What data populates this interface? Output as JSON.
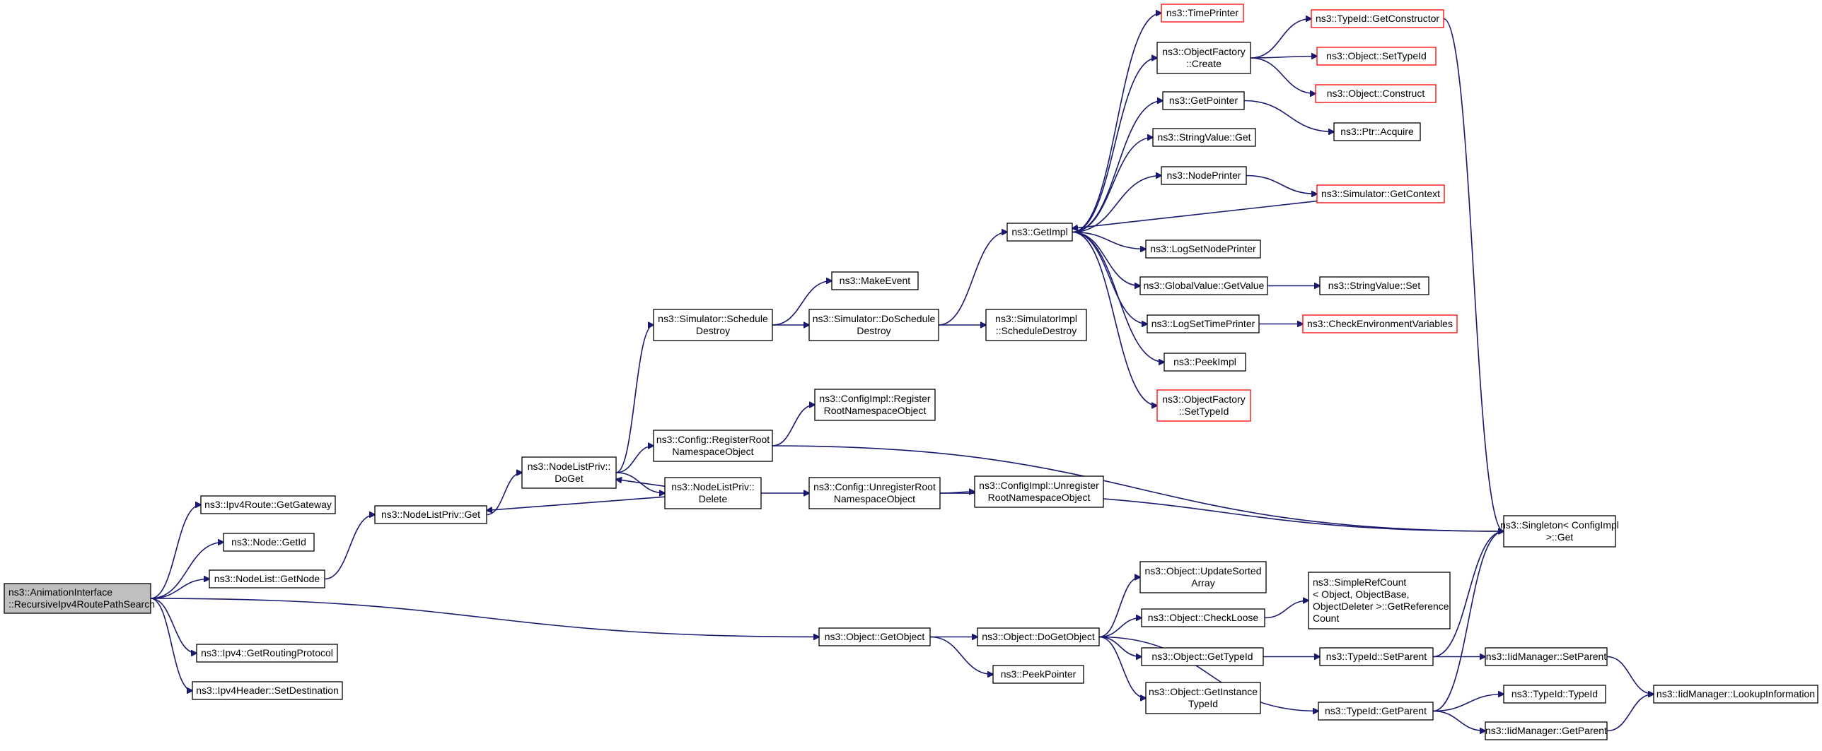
{
  "diagram": {
    "title": "",
    "colors": {
      "edge": "#191970",
      "truncated_border": "#ff0000",
      "root_fill": "#bfbfbf",
      "border": "#000000"
    },
    "nodes": [
      {
        "id": "root",
        "lines": [
          "ns3::AnimationInterface",
          "::RecursiveIpv4RoutePathSearch"
        ],
        "style": "root"
      },
      {
        "id": "ipv4route_getgateway",
        "lines": [
          "ns3::Ipv4Route::GetGateway"
        ],
        "style": "normal"
      },
      {
        "id": "node_getid",
        "lines": [
          "ns3::Node::GetId"
        ],
        "style": "normal"
      },
      {
        "id": "nodelist_getnode",
        "lines": [
          "ns3::NodeList::GetNode"
        ],
        "style": "normal"
      },
      {
        "id": "ipv4_getroutingprotocol",
        "lines": [
          "ns3::Ipv4::GetRoutingProtocol"
        ],
        "style": "normal"
      },
      {
        "id": "ipv4header_setdestination",
        "lines": [
          "ns3::Ipv4Header::SetDestination"
        ],
        "style": "normal"
      },
      {
        "id": "nodelistpriv_get",
        "lines": [
          "ns3::NodeListPriv::Get"
        ],
        "style": "normal"
      },
      {
        "id": "nodelistpriv_doget",
        "lines": [
          "ns3::NodeListPriv::",
          "DoGet"
        ],
        "style": "normal"
      },
      {
        "id": "nodelistpriv_delete",
        "lines": [
          "ns3::NodeListPriv::",
          "Delete"
        ],
        "style": "normal"
      },
      {
        "id": "simulator_scheduledestroy",
        "lines": [
          "ns3::Simulator::Schedule",
          "Destroy"
        ],
        "style": "normal"
      },
      {
        "id": "config_registerroot",
        "lines": [
          "ns3::Config::RegisterRoot",
          "NamespaceObject"
        ],
        "style": "normal"
      },
      {
        "id": "makeevent",
        "lines": [
          "ns3::MakeEvent"
        ],
        "style": "normal"
      },
      {
        "id": "simulator_doscheduledestroy",
        "lines": [
          "ns3::Simulator::DoSchedule",
          "Destroy"
        ],
        "style": "normal"
      },
      {
        "id": "simulatorimpl_scheduledestroy",
        "lines": [
          "ns3::SimulatorImpl",
          "::ScheduleDestroy"
        ],
        "style": "normal"
      },
      {
        "id": "configimpl_registerroot",
        "lines": [
          "ns3::ConfigImpl::Register",
          "RootNamespaceObject"
        ],
        "style": "normal"
      },
      {
        "id": "config_unregisterroot",
        "lines": [
          "ns3::Config::UnregisterRoot",
          "NamespaceObject"
        ],
        "style": "normal"
      },
      {
        "id": "configimpl_unregisterroot",
        "lines": [
          "ns3::ConfigImpl::Unregister",
          "RootNamespaceObject"
        ],
        "style": "normal"
      },
      {
        "id": "getimpl",
        "lines": [
          "ns3::GetImpl"
        ],
        "style": "normal"
      },
      {
        "id": "timeprinter",
        "lines": [
          "ns3::TimePrinter"
        ],
        "style": "truncated"
      },
      {
        "id": "objectfactory_create",
        "lines": [
          "ns3::ObjectFactory",
          "::Create"
        ],
        "style": "normal"
      },
      {
        "id": "getpointer",
        "lines": [
          "ns3::GetPointer"
        ],
        "style": "normal"
      },
      {
        "id": "stringvalue_get",
        "lines": [
          "ns3::StringValue::Get"
        ],
        "style": "normal"
      },
      {
        "id": "nodeprinter",
        "lines": [
          "ns3::NodePrinter"
        ],
        "style": "normal"
      },
      {
        "id": "logsetnodeprinter",
        "lines": [
          "ns3::LogSetNodePrinter"
        ],
        "style": "normal"
      },
      {
        "id": "globalvalue_getvalue",
        "lines": [
          "ns3::GlobalValue::GetValue"
        ],
        "style": "normal"
      },
      {
        "id": "logsettimeprinter",
        "lines": [
          "ns3::LogSetTimePrinter"
        ],
        "style": "normal"
      },
      {
        "id": "peekimpl",
        "lines": [
          "ns3::PeekImpl"
        ],
        "style": "normal"
      },
      {
        "id": "objectfactory_settypeid",
        "lines": [
          "ns3::ObjectFactory",
          "::SetTypeId"
        ],
        "style": "truncated"
      },
      {
        "id": "typeid_getconstructor",
        "lines": [
          "ns3::TypeId::GetConstructor"
        ],
        "style": "truncated"
      },
      {
        "id": "object_settypeid",
        "lines": [
          "ns3::Object::SetTypeId"
        ],
        "style": "truncated"
      },
      {
        "id": "object_construct",
        "lines": [
          "ns3::Object::Construct"
        ],
        "style": "truncated"
      },
      {
        "id": "ptr_acquire",
        "lines": [
          "ns3::Ptr::Acquire"
        ],
        "style": "normal"
      },
      {
        "id": "simulator_getcontext",
        "lines": [
          "ns3::Simulator::GetContext"
        ],
        "style": "truncated"
      },
      {
        "id": "stringvalue_set",
        "lines": [
          "ns3::StringValue::Set"
        ],
        "style": "normal"
      },
      {
        "id": "checkenvvars",
        "lines": [
          "ns3::CheckEnvironmentVariables"
        ],
        "style": "truncated"
      },
      {
        "id": "singleton_get",
        "lines": [
          "ns3::Singleton< ConfigImpl",
          " >::Get"
        ],
        "style": "normal"
      },
      {
        "id": "object_getobject",
        "lines": [
          "ns3::Object::GetObject"
        ],
        "style": "normal"
      },
      {
        "id": "object_dogetobject",
        "lines": [
          "ns3::Object::DoGetObject"
        ],
        "style": "normal"
      },
      {
        "id": "peekpointer",
        "lines": [
          "ns3::PeekPointer"
        ],
        "style": "normal"
      },
      {
        "id": "object_updatesortedarray",
        "lines": [
          "ns3::Object::UpdateSorted",
          "Array"
        ],
        "style": "normal"
      },
      {
        "id": "object_checkloose",
        "lines": [
          "ns3::Object::CheckLoose"
        ],
        "style": "normal"
      },
      {
        "id": "object_gettypeid",
        "lines": [
          "ns3::Object::GetTypeId"
        ],
        "style": "normal"
      },
      {
        "id": "object_getinstancetypeid",
        "lines": [
          "ns3::Object::GetInstance",
          "TypeId"
        ],
        "style": "normal"
      },
      {
        "id": "simplerefcount_getreferencecount",
        "lines": [
          "ns3::SimpleRefCount",
          "< Object, ObjectBase,",
          " ObjectDeleter >::GetReference",
          "Count"
        ],
        "style": "normal"
      },
      {
        "id": "typeid_setparent",
        "lines": [
          "ns3::TypeId::SetParent"
        ],
        "style": "normal"
      },
      {
        "id": "typeid_getparent",
        "lines": [
          "ns3::TypeId::GetParent"
        ],
        "style": "normal"
      },
      {
        "id": "iidmanager_setparent",
        "lines": [
          "ns3::IidManager::SetParent"
        ],
        "style": "normal"
      },
      {
        "id": "typeid_typeid",
        "lines": [
          "ns3::TypeId::TypeId"
        ],
        "style": "normal"
      },
      {
        "id": "iidmanager_getparent",
        "lines": [
          "ns3::IidManager::GetParent"
        ],
        "style": "normal"
      },
      {
        "id": "iidmanager_lookupinformation",
        "lines": [
          "ns3::IidManager::LookupInformation"
        ],
        "style": "normal"
      }
    ],
    "edges": [
      [
        "root",
        "ipv4route_getgateway"
      ],
      [
        "root",
        "node_getid"
      ],
      [
        "root",
        "nodelist_getnode"
      ],
      [
        "root",
        "ipv4_getroutingprotocol"
      ],
      [
        "root",
        "ipv4header_setdestination"
      ],
      [
        "root",
        "object_getobject"
      ],
      [
        "nodelist_getnode",
        "nodelistpriv_get"
      ],
      [
        "nodelistpriv_get",
        "nodelistpriv_doget"
      ],
      [
        "nodelistpriv_doget",
        "simulator_scheduledestroy"
      ],
      [
        "nodelistpriv_doget",
        "config_registerroot"
      ],
      [
        "nodelistpriv_doget",
        "nodelistpriv_delete"
      ],
      [
        "nodelistpriv_delete",
        "nodelistpriv_doget"
      ],
      [
        "nodelistpriv_delete",
        "nodelistpriv_get"
      ],
      [
        "nodelistpriv_delete",
        "config_unregisterroot"
      ],
      [
        "simulator_scheduledestroy",
        "makeevent"
      ],
      [
        "simulator_scheduledestroy",
        "simulator_doscheduledestroy"
      ],
      [
        "simulator_doscheduledestroy",
        "simulatorimpl_scheduledestroy"
      ],
      [
        "simulator_doscheduledestroy",
        "getimpl"
      ],
      [
        "config_registerroot",
        "configimpl_registerroot"
      ],
      [
        "config_registerroot",
        "singleton_get"
      ],
      [
        "config_unregisterroot",
        "configimpl_unregisterroot"
      ],
      [
        "config_unregisterroot",
        "singleton_get"
      ],
      [
        "getimpl",
        "timeprinter"
      ],
      [
        "getimpl",
        "objectfactory_create"
      ],
      [
        "getimpl",
        "getpointer"
      ],
      [
        "getimpl",
        "stringvalue_get"
      ],
      [
        "getimpl",
        "nodeprinter"
      ],
      [
        "getimpl",
        "logsetnodeprinter"
      ],
      [
        "getimpl",
        "globalvalue_getvalue"
      ],
      [
        "getimpl",
        "logsettimeprinter"
      ],
      [
        "getimpl",
        "peekimpl"
      ],
      [
        "getimpl",
        "objectfactory_settypeid"
      ],
      [
        "objectfactory_create",
        "typeid_getconstructor"
      ],
      [
        "objectfactory_create",
        "object_settypeid"
      ],
      [
        "objectfactory_create",
        "object_construct"
      ],
      [
        "getpointer",
        "ptr_acquire"
      ],
      [
        "nodeprinter",
        "simulator_getcontext"
      ],
      [
        "simulator_getcontext",
        "getimpl"
      ],
      [
        "globalvalue_getvalue",
        "stringvalue_set"
      ],
      [
        "logsettimeprinter",
        "checkenvvars"
      ],
      [
        "typeid_getconstructor",
        "singleton_get"
      ],
      [
        "object_getobject",
        "object_dogetobject"
      ],
      [
        "object_getobject",
        "peekpointer"
      ],
      [
        "object_dogetobject",
        "object_updatesortedarray"
      ],
      [
        "object_dogetobject",
        "object_checkloose"
      ],
      [
        "object_dogetobject",
        "object_gettypeid"
      ],
      [
        "object_dogetobject",
        "object_getinstancetypeid"
      ],
      [
        "object_dogetobject",
        "typeid_getparent"
      ],
      [
        "object_checkloose",
        "simplerefcount_getreferencecount"
      ],
      [
        "object_gettypeid",
        "typeid_setparent"
      ],
      [
        "typeid_setparent",
        "iidmanager_setparent"
      ],
      [
        "typeid_setparent",
        "singleton_get"
      ],
      [
        "typeid_getparent",
        "singleton_get"
      ],
      [
        "typeid_getparent",
        "typeid_typeid"
      ],
      [
        "typeid_getparent",
        "iidmanager_getparent"
      ],
      [
        "iidmanager_setparent",
        "iidmanager_lookupinformation"
      ],
      [
        "iidmanager_getparent",
        "iidmanager_lookupinformation"
      ]
    ]
  }
}
